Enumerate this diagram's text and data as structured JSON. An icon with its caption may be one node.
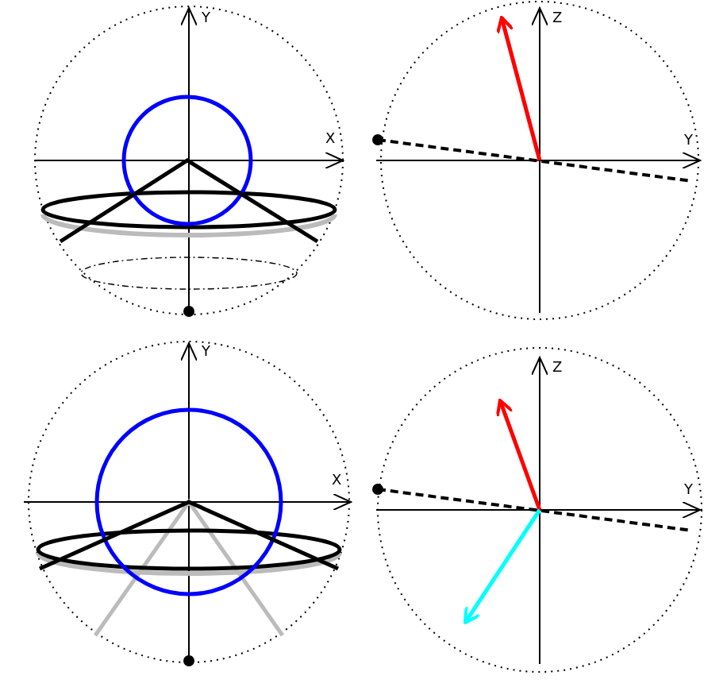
{
  "diagram": {
    "labels": [
      "Y",
      "X",
      "Z",
      "Y",
      "Y",
      "X",
      "Z",
      "Y"
    ]
  }
}
